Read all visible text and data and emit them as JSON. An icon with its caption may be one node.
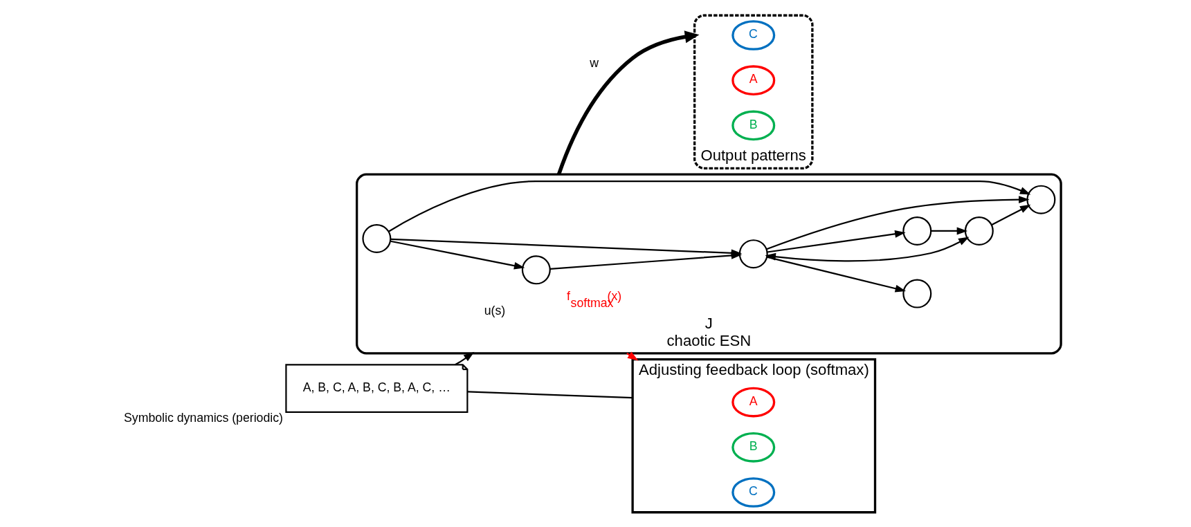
{
  "diagram": {
    "nodes": [
      {
        "text": [
          "A, B, C, A, B, C, B, A, C, …"
        ],
        "beside": [
          "Symbolic dynamics (periodic)"
        ]
      },
      {
        "text": [],
        "shape": "box",
        "beside": [
          "Adjusting feedback loop (softmax)"
        ]
      },
      {
        "text": [
          "A"
        ],
        "in": 1
      },
      {
        "text": [
          "B"
        ],
        "in": 1
      },
      {
        "text": [
          "C"
        ],
        "in": 1
      },
      {
        "text": [
          "J",
          "chaotic ESN"
        ]
      },
      {
        "text": [],
        "shape": "circle",
        "in": 5
      },
      {
        "text": [],
        "shape": "circle",
        "in": 5
      },
      {
        "text": [],
        "shape": "circle",
        "in": 5
      },
      {
        "text": [],
        "shape": "circle",
        "in": 5
      },
      {
        "text": [],
        "shape": "circle",
        "in": 5
      },
      {
        "text": [],
        "shape": "circle",
        "in": 5
      },
      {
        "text": [],
        "shape": "circle",
        "in": 5
      },
      {
        "text": [
          "Output patterns"
        ]
      },
      {
        "text": [
          "C"
        ],
        "in": 13
      },
      {
        "text": [
          "A"
        ],
        "in": 13
      },
      {
        "text": [
          "B"
        ],
        "in": 13
      }
    ],
    "edges": [
      {
        "from": 0,
        "to": 1,
        "arrow": "none"
      },
      {
        "from": 0,
        "to": 5,
        "arrow": "to",
        "label": "u(s)"
      },
      {
        "from": 5,
        "to": 1,
        "arrow": "to",
        "label": "f$_{softmax}$(x)",
        "color": "#ff0000"
      },
      {
        "from": 5,
        "to": 13,
        "arrow": "to",
        "label": "w",
        "style": "thick"
      },
      {
        "from": 9,
        "to": 6,
        "arrow": "to"
      },
      {
        "from": 6,
        "to": 8,
        "arrow": "to"
      },
      {
        "from": 9,
        "to": 8,
        "arrow": "to"
      },
      {
        "from": 8,
        "to": 7,
        "arrow": "to"
      },
      {
        "from": 8,
        "to": 10,
        "arrow": "to"
      },
      {
        "from": 8,
        "to": 11,
        "arrow": "to"
      },
      {
        "from": 9,
        "to": 11,
        "arrow": "to"
      },
      {
        "from": 8,
        "to": 12,
        "arrow": "both"
      },
      {
        "from": 10,
        "to": 12,
        "arrow": "to"
      },
      {
        "from": 12,
        "to": 11,
        "arrow": "to"
      }
    ]
  }
}
